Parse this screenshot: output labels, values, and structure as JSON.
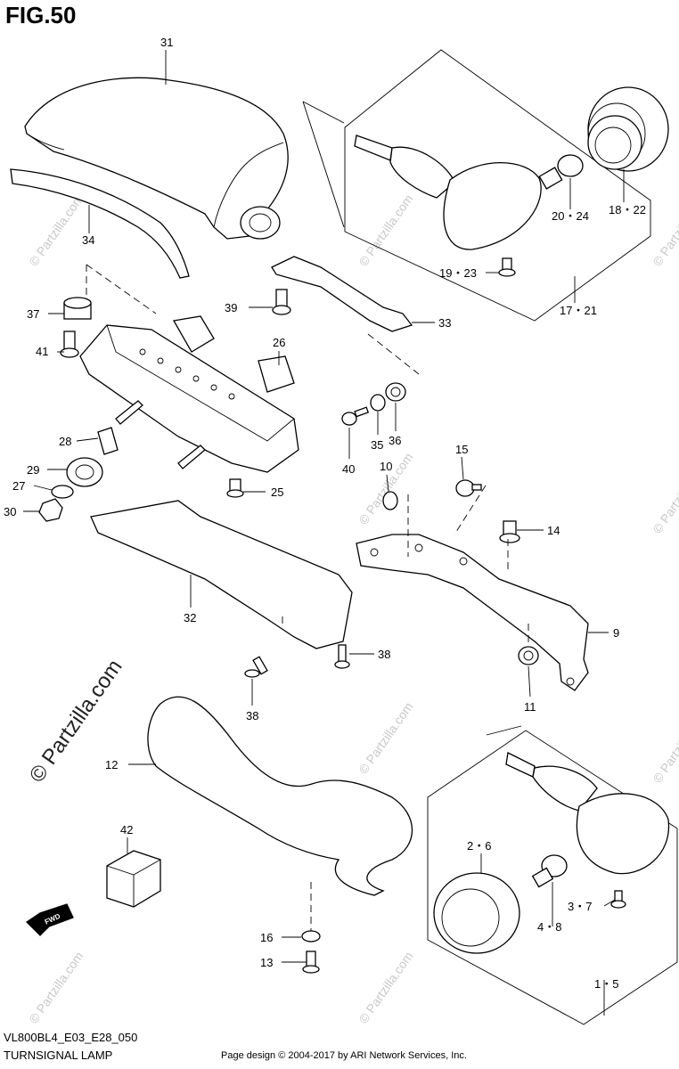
{
  "header": {
    "title": "FIG.50"
  },
  "footer": {
    "model_code": "VL800BL4_E03_E28_050",
    "caption": "TURNSIGNAL LAMP",
    "credit": "Page design © 2004-2017 by ARI Network Services, Inc."
  },
  "watermark": {
    "text": "© Partzilla.com"
  },
  "fwd_badge": {
    "text": "FWD"
  },
  "callouts": [
    "31",
    "34",
    "18・22",
    "20・24",
    "19・23",
    "17・21",
    "37",
    "39",
    "41",
    "26",
    "33",
    "28",
    "29",
    "27",
    "30",
    "25",
    "35",
    "36",
    "40",
    "10",
    "15",
    "14",
    "9",
    "11",
    "32",
    "38",
    "38",
    "12",
    "42",
    "16",
    "13",
    "2・6",
    "3・7",
    "4・8",
    "1・5"
  ]
}
